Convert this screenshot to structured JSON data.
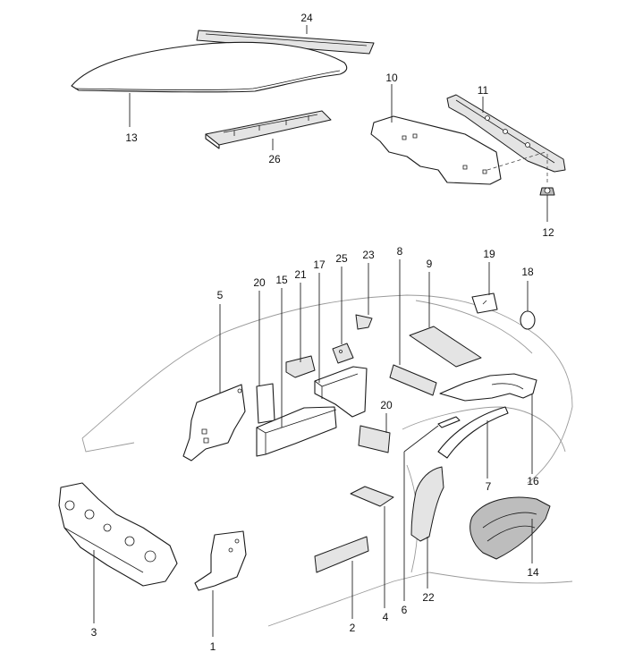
{
  "diagram": {
    "callouts": [
      {
        "id": "p1",
        "label": "1"
      },
      {
        "id": "p2",
        "label": "2"
      },
      {
        "id": "p3",
        "label": "3"
      },
      {
        "id": "p4",
        "label": "4"
      },
      {
        "id": "p5",
        "label": "5"
      },
      {
        "id": "p6",
        "label": "6"
      },
      {
        "id": "p7",
        "label": "7"
      },
      {
        "id": "p8",
        "label": "8"
      },
      {
        "id": "p9",
        "label": "9"
      },
      {
        "id": "p10",
        "label": "10"
      },
      {
        "id": "p11",
        "label": "11"
      },
      {
        "id": "p12",
        "label": "12"
      },
      {
        "id": "p13",
        "label": "13"
      },
      {
        "id": "p14",
        "label": "14"
      },
      {
        "id": "p15",
        "label": "15"
      },
      {
        "id": "p16",
        "label": "16"
      },
      {
        "id": "p17",
        "label": "17"
      },
      {
        "id": "p18",
        "label": "18"
      },
      {
        "id": "p19",
        "label": "19"
      },
      {
        "id": "p20a",
        "label": "20"
      },
      {
        "id": "p20b",
        "label": "20"
      },
      {
        "id": "p21",
        "label": "21"
      },
      {
        "id": "p22",
        "label": "22"
      },
      {
        "id": "p23",
        "label": "23"
      },
      {
        "id": "p24",
        "label": "24"
      },
      {
        "id": "p25",
        "label": "25"
      },
      {
        "id": "p26",
        "label": "26"
      }
    ]
  }
}
